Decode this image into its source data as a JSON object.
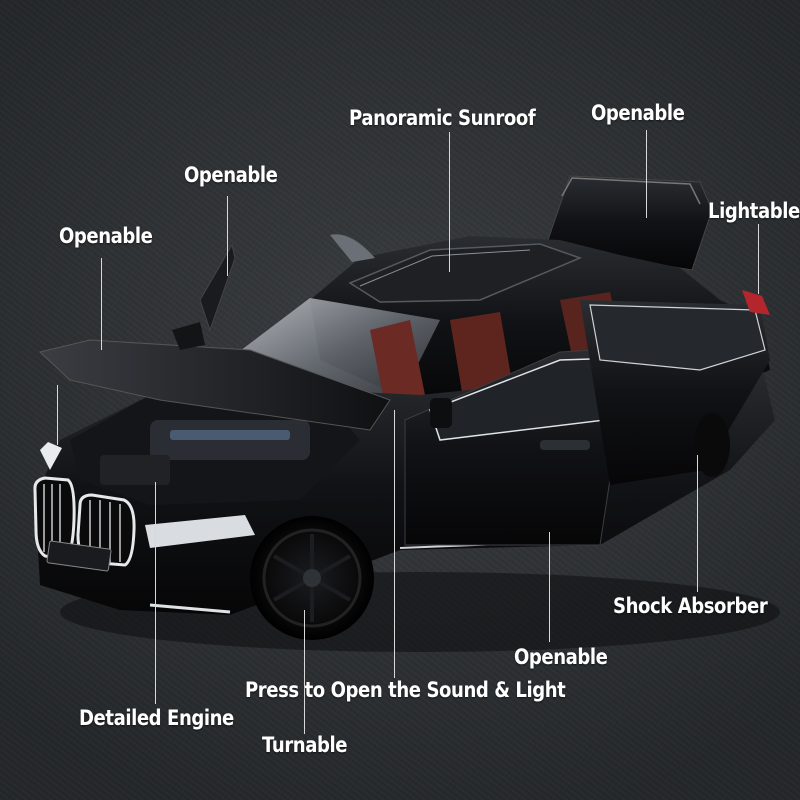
{
  "callouts": {
    "panoramic_sunroof": "Panoramic Sunroof",
    "openable_trunk": "Openable",
    "openable_front_door": "Openable",
    "lightable": "Lightable",
    "openable_hood": "Openable",
    "shock_absorber": "Shock Absorber",
    "openable_rear_doors": "Openable",
    "press_sound_light": "Press to Open the Sound & Light",
    "detailed_engine": "Detailed Engine",
    "turnable": "Turnable"
  },
  "colors": {
    "background": "#2e3134",
    "label_text": "#ffffff",
    "car_body": "#0d0e10",
    "interior": "#6b2a24",
    "tail_light": "#b3262d"
  }
}
